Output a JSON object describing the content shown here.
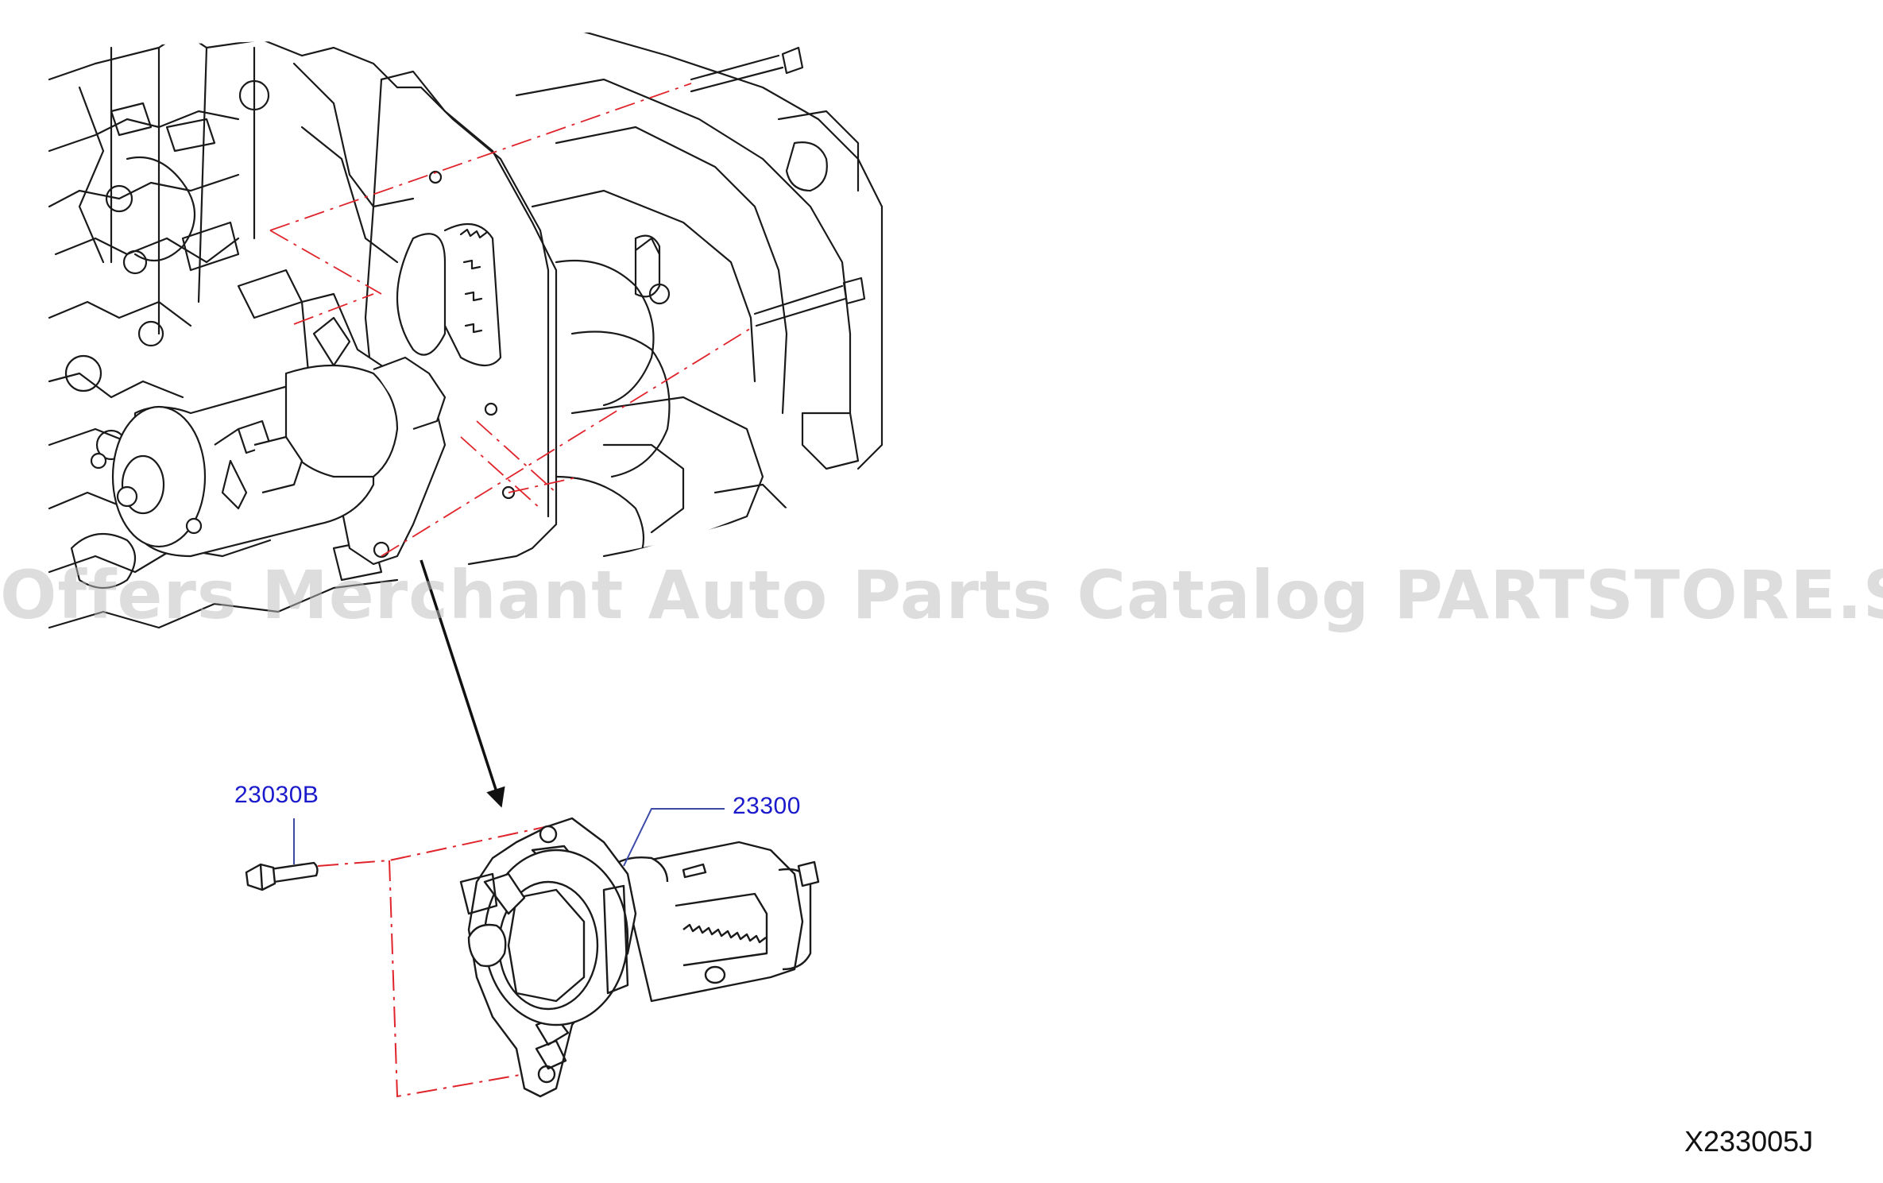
{
  "diagram": {
    "code": "X233005J",
    "watermark": "Offers Merchant Auto Parts Catalog PARTSTORE.SA",
    "callouts": [
      {
        "id": "23030b",
        "label": "23030B",
        "part": "starter-bolt"
      },
      {
        "id": "23300",
        "label": "23300",
        "part": "starter-motor"
      }
    ]
  },
  "colors": {
    "line": "#1a1a1a",
    "callout_text": "#1a1acc",
    "callout_leader": "#3b49a8",
    "phantom_line": "#e0242b",
    "watermark": "#bdbdbd"
  },
  "icons": {
    "engine_assembly": "engine-transmission-line-art-icon",
    "starter_small": "starter-motor-installed-icon",
    "starter_detail": "starter-motor-icon",
    "bolt": "bolt-icon",
    "arrow": "arrow-down-icon"
  }
}
